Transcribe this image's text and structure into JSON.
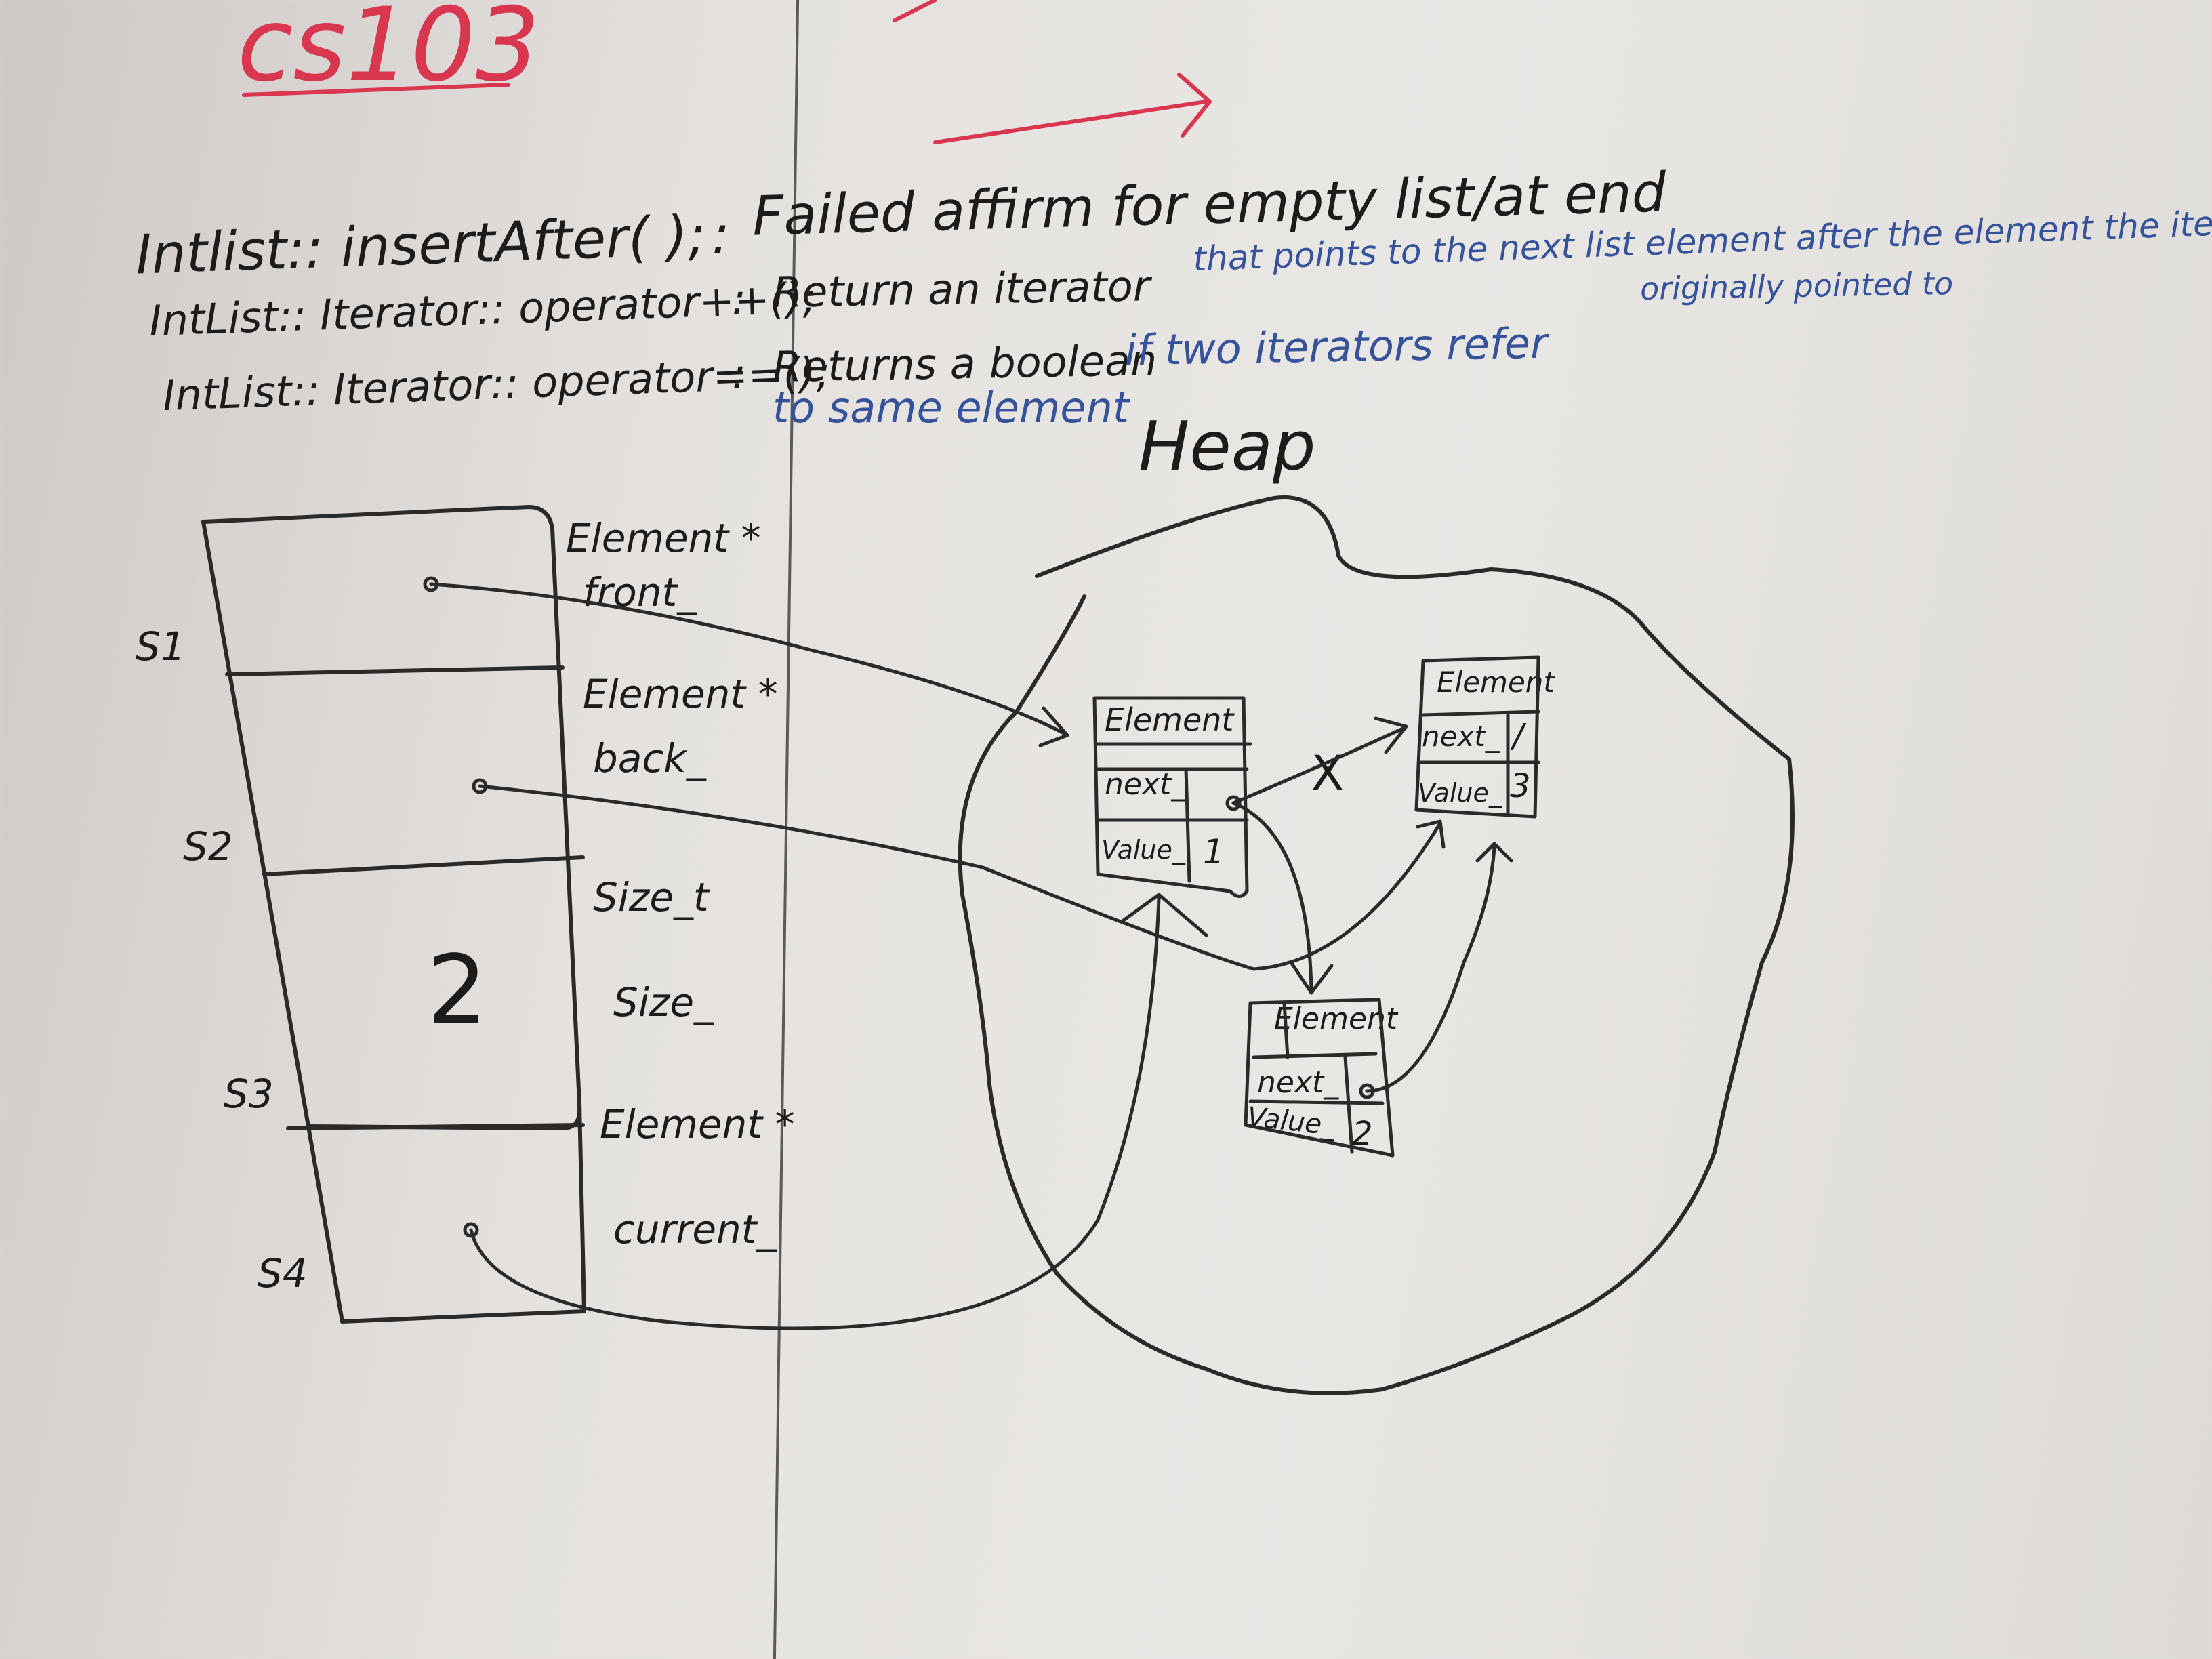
{
  "course_title": "cs103",
  "functions": [
    {
      "signature": "Intlist:: insertAfter( );",
      "separator": ":",
      "description": "Failed affirm for empty list/at end"
    },
    {
      "signature": "IntList:: Iterator:: operator++();",
      "separator": ":",
      "description": "Return an iterator",
      "description_blue": "that points to the next list element after the element the iterator",
      "continuation_blue": "originally pointed to"
    },
    {
      "signature": "IntList:: Iterator:: operator==();",
      "separator": ":",
      "description": "Returns a boolean",
      "description_blue": "if two iterators refer",
      "continuation_blue": "to same element"
    }
  ],
  "stack": {
    "slot_labels": [
      "S1",
      "S2",
      "S3",
      "S4"
    ],
    "fields": [
      {
        "type": "Element *",
        "name": "front_"
      },
      {
        "type": "Element *",
        "name": "back_"
      },
      {
        "type": "Size_t",
        "name": "Size_",
        "value": "2"
      },
      {
        "type": "Element *",
        "name": "current_"
      }
    ]
  },
  "heap": {
    "label": "Heap",
    "nodes": [
      {
        "title": "Element",
        "next_label": "next_",
        "value_label": "Value_",
        "value": "1"
      },
      {
        "title": "Element",
        "next_label": "next_",
        "value_label": "Value_",
        "value": "3",
        "next_value": "/"
      },
      {
        "title": "Element",
        "next_label": "next_",
        "value_label": "Value_",
        "value": "2"
      }
    ],
    "crossed_out_mark": "X"
  },
  "colors": {
    "red_marker": "#d9364f",
    "blue_marker": "#35529a",
    "black_marker": "#1c1c1c"
  }
}
